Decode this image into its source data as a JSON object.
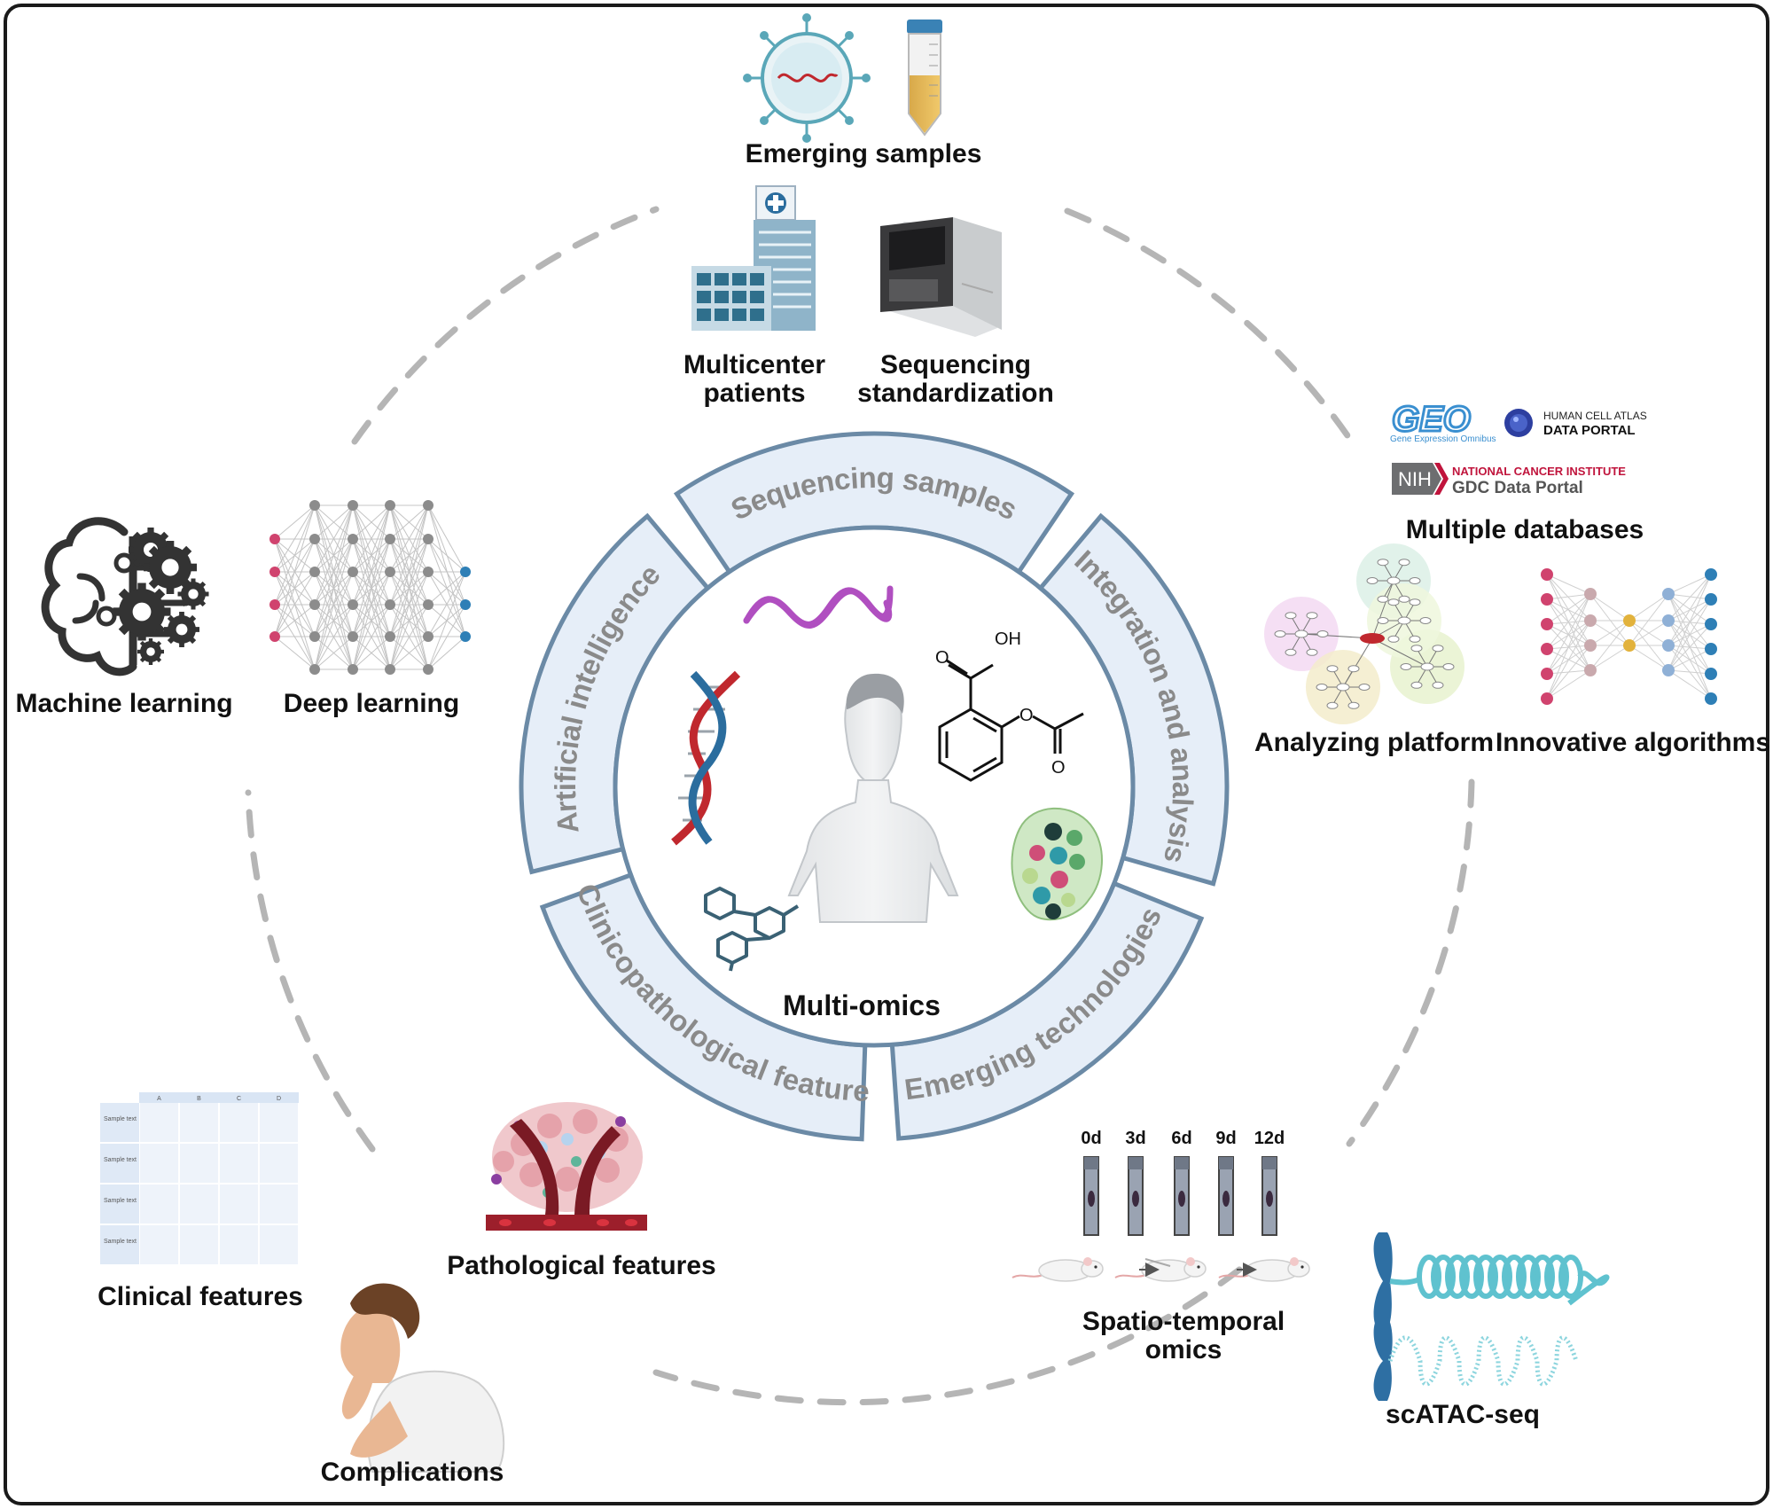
{
  "center": {
    "title": "Multi-omics"
  },
  "segments": [
    {
      "id": "top",
      "label": "Sequencing samples"
    },
    {
      "id": "right",
      "label": "Integration and analysis"
    },
    {
      "id": "bottom-right",
      "label": "Emerging technologies"
    },
    {
      "id": "bottom-left",
      "label": "Clinicopathological feature"
    },
    {
      "id": "left",
      "label": "Artificial intelligence"
    }
  ],
  "items": {
    "emerging_samples": "Emerging samples",
    "multicenter_1": "Multicenter",
    "multicenter_2": "patients",
    "sequencing_std_1": "Sequencing",
    "sequencing_std_2": "standardization",
    "multiple_databases": "Multiple databases",
    "analyzing_platform": "Analyzing platform",
    "innovative_algorithms": "Innovative algorithms",
    "machine_learning": "Machine learning",
    "deep_learning": "Deep learning",
    "clinical_features": "Clinical features",
    "pathological_features": "Pathological features",
    "complications": "Complications",
    "spatio_temporal_1": "Spatio-temporal",
    "spatio_temporal_2": "omics",
    "scatac": "scATAC-seq"
  },
  "databases": {
    "geo_logo": "GEO",
    "geo_sub": "Gene Expression Omnibus",
    "hca_1": "HUMAN CELL ATLAS",
    "hca_2": "DATA PORTAL",
    "nih": "NIH",
    "nci_1": "NATIONAL CANCER INSTITUTE",
    "nci_2": "GDC Data Portal"
  },
  "chemistry": {
    "oh": "OH",
    "o1": "O",
    "o2": "O",
    "o3": "O"
  },
  "timepoints": [
    "0d",
    "3d",
    "6d",
    "9d",
    "12d"
  ],
  "table": {
    "columns": [
      "A",
      "B",
      "C",
      "D"
    ],
    "rows": [
      "Sample text",
      "Sample text",
      "Sample text",
      "Sample text"
    ]
  },
  "colors": {
    "ring_fill": "#e6eef8",
    "ring_stroke": "#6b8aa6",
    "dashed": "#b5b5b5",
    "dna_red": "#c0282e",
    "dna_blue": "#2b6d9e",
    "rna": "#b04fc0",
    "nn_pink": "#d0436e",
    "nn_blue": "#2e7fb6"
  }
}
